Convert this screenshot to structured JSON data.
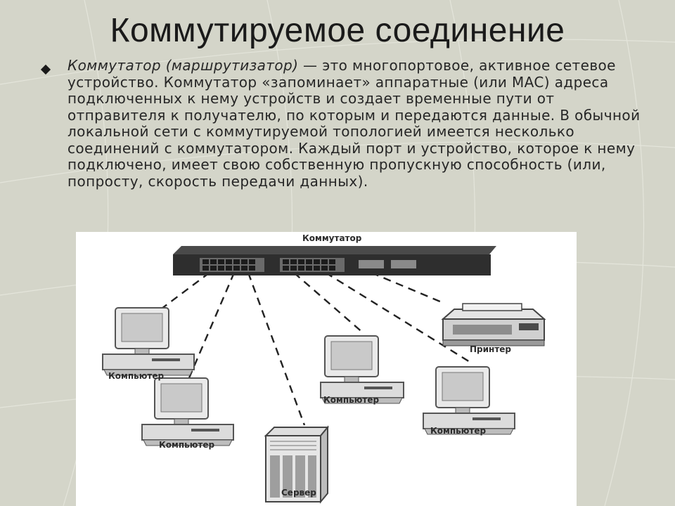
{
  "slide": {
    "title": "Коммутируемое соединение",
    "paragraph": {
      "term": "Коммутатор (маршрутизатор)",
      "text": " — это многопортовое, активное сетевое устройство. Коммутатор «запоминает» аппаратные (или MAC) адреса подключенных к нему устройств и создает временные пути от отправителя к получателю, по которым и передаются данные. В обычной локальной сети с коммутируемой топологией имеется несколько соединений с коммутатором. Каждый порт и устройство, которое к нему подключено, имеет свою собственную пропускную способность (или, попросту, скорость передачи данных)."
    }
  },
  "diagram": {
    "switch_label": "Коммутатор",
    "printer_label": "Принтер",
    "server_label": "Сервер",
    "computer_labels": [
      "Компьютер",
      "Компьютер",
      "Компьютер",
      "Компьютер"
    ]
  },
  "icons": {
    "bullet": "diamond-bullet-icon",
    "switch": "network-switch-icon",
    "computer": "desktop-computer-icon",
    "printer": "printer-icon",
    "server": "server-icon"
  }
}
